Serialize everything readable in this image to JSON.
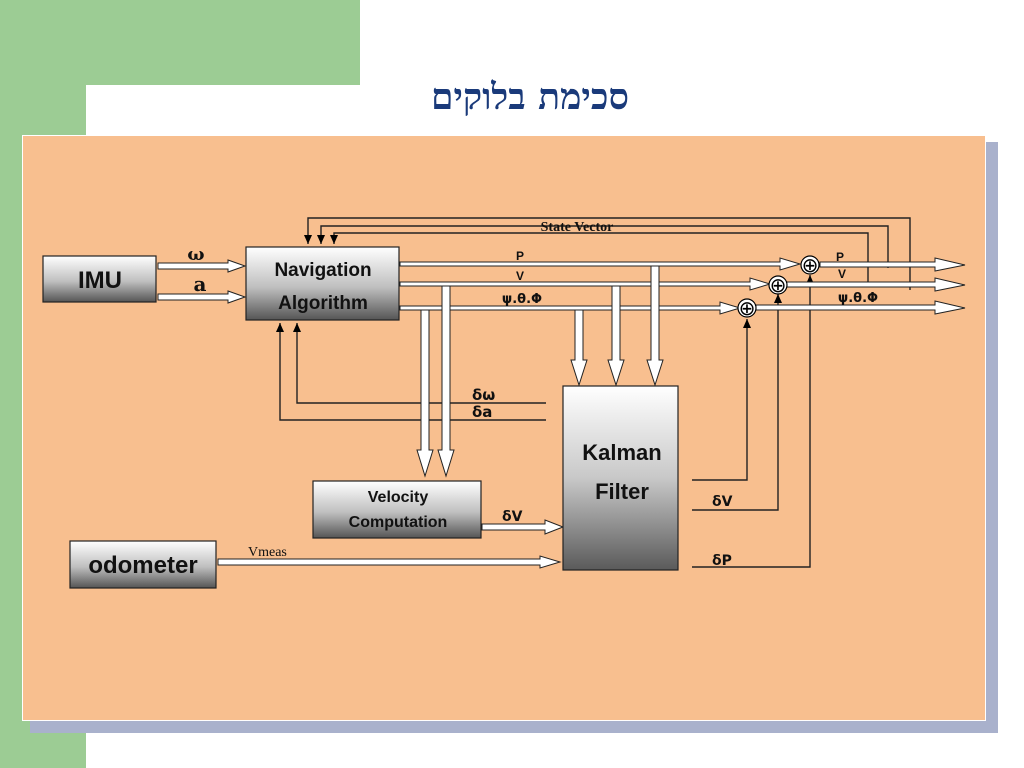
{
  "slide": {
    "title": "סכימת בלוקים"
  },
  "blocks": {
    "imu": "IMU",
    "navigation_line1": "Navigation",
    "navigation_line2": "Algorithm",
    "velocity_line1": "Velocity",
    "velocity_line2": "Computation",
    "kalman_line1": "Kalman",
    "kalman_line2": "Filter",
    "odometer": "odometer"
  },
  "labels": {
    "omega": "ω",
    "a": "a",
    "state_vector": "State Vector",
    "p": "P",
    "v": "V",
    "attitude": "ψ.θ.Φ",
    "p_out": "P",
    "v_out": "V",
    "attitude_out": "ψ.θ.Φ",
    "d_omega": "δω",
    "d_a": "δa",
    "dv_velocity": "δV",
    "dv_kalman": "δV",
    "dp_kalman": "δP",
    "vmeas": "Vmeas"
  },
  "symbols": {
    "summing_junction": "⊕"
  },
  "colors": {
    "panel": "#f8bf8f",
    "sidebar": "#9ccc94",
    "title": "#1a3a7a"
  }
}
